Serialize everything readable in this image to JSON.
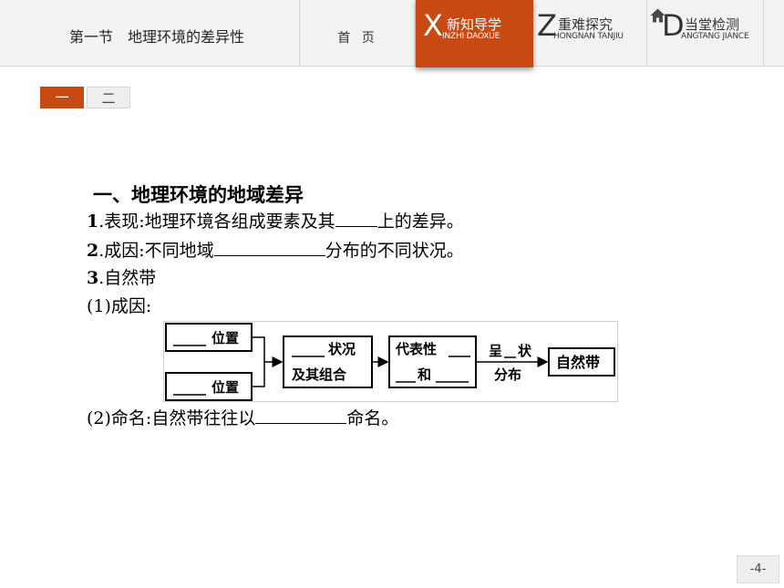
{
  "nav": {
    "lesson_title": "第一节　地理环境的差异性",
    "home_label": "首 页",
    "tabs": [
      {
        "letter": "X",
        "cn": "新知导学",
        "en": "INZHI DAOXUE"
      },
      {
        "letter": "Z",
        "cn": "重难探究",
        "en": "HONGNAN TANJIU"
      },
      {
        "letter": "D",
        "cn": "当堂检测",
        "en": "ANGTANG JIANCE"
      }
    ],
    "active_color": "#c84a12"
  },
  "section_tabs": [
    "一",
    "二"
  ],
  "content": {
    "heading": "一、地理环境的地域差异",
    "items": [
      {
        "num": "1",
        "before": ".表现:地理环境各组成要素及其",
        "after": "上的差异。"
      },
      {
        "num": "2",
        "before": ".成因:不同地域",
        "after": "分布的不同状况。"
      },
      {
        "num": "3",
        "before": ".自然带",
        "after": ""
      }
    ],
    "cause_label": "(1)成因:",
    "naming_before": "(2)命名:自然带往往以",
    "naming_after": "命名。"
  },
  "diagram": {
    "pos1": "位置",
    "pos2": "位置",
    "box2_line1": "状况",
    "box2_line2": "及其组合",
    "box3_line1": "代表性",
    "box3_line2": "和",
    "arrow_top": "呈",
    "arrow_top2": "状",
    "arrow_bottom": "分布",
    "result": "自然带"
  },
  "page_number": "-4-"
}
